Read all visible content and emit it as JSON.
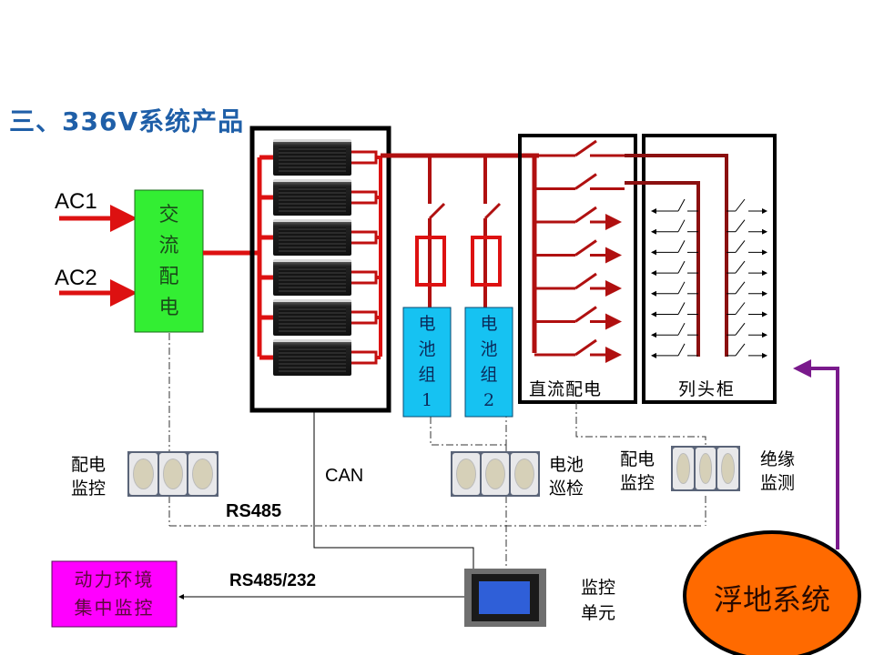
{
  "title": "三、336V系统产品",
  "inputs": {
    "ac1": "AC1",
    "ac2": "AC2"
  },
  "ac_distribution": {
    "chars": [
      "交",
      "流",
      "配",
      "电"
    ],
    "color": "#33ee33"
  },
  "rectifier_cabinet": {
    "module_count": 6,
    "fuse_count": 6
  },
  "battery_groups": [
    {
      "chars": [
        "电",
        "池",
        "组",
        "1"
      ]
    },
    {
      "chars": [
        "电",
        "池",
        "组",
        "2"
      ]
    }
  ],
  "battery_color": "#16c2f2",
  "dc_distribution": {
    "label": "直流配电",
    "branch_count": 7
  },
  "column_head_cabinet": {
    "label": "列头柜",
    "branches_per_side": 8
  },
  "monitors": {
    "power_monitor_left": {
      "line1": "配电",
      "line2": "监控"
    },
    "battery_inspection": {
      "line1": "电池",
      "line2": "巡检"
    },
    "power_monitor_right": {
      "line1": "配电",
      "line2": "监控"
    },
    "insulation_monitor": {
      "line1": "绝缘",
      "line2": "监测"
    },
    "monitor_unit": {
      "line1": "监控",
      "line2": "单元"
    }
  },
  "bus_labels": {
    "can": "CAN",
    "rs485": "RS485",
    "rs485_232": "RS485/232"
  },
  "env_monitor": {
    "line1": "动力环境",
    "line2": "集中监控",
    "color": "#ff00ff"
  },
  "floating_system": {
    "label": "浮地系统",
    "color": "#ff6a00"
  },
  "colors": {
    "power_line": "#b01010",
    "bright_red": "#dd1111",
    "signal_arrow": "#7a1a8c",
    "title": "#1f5fa8"
  }
}
